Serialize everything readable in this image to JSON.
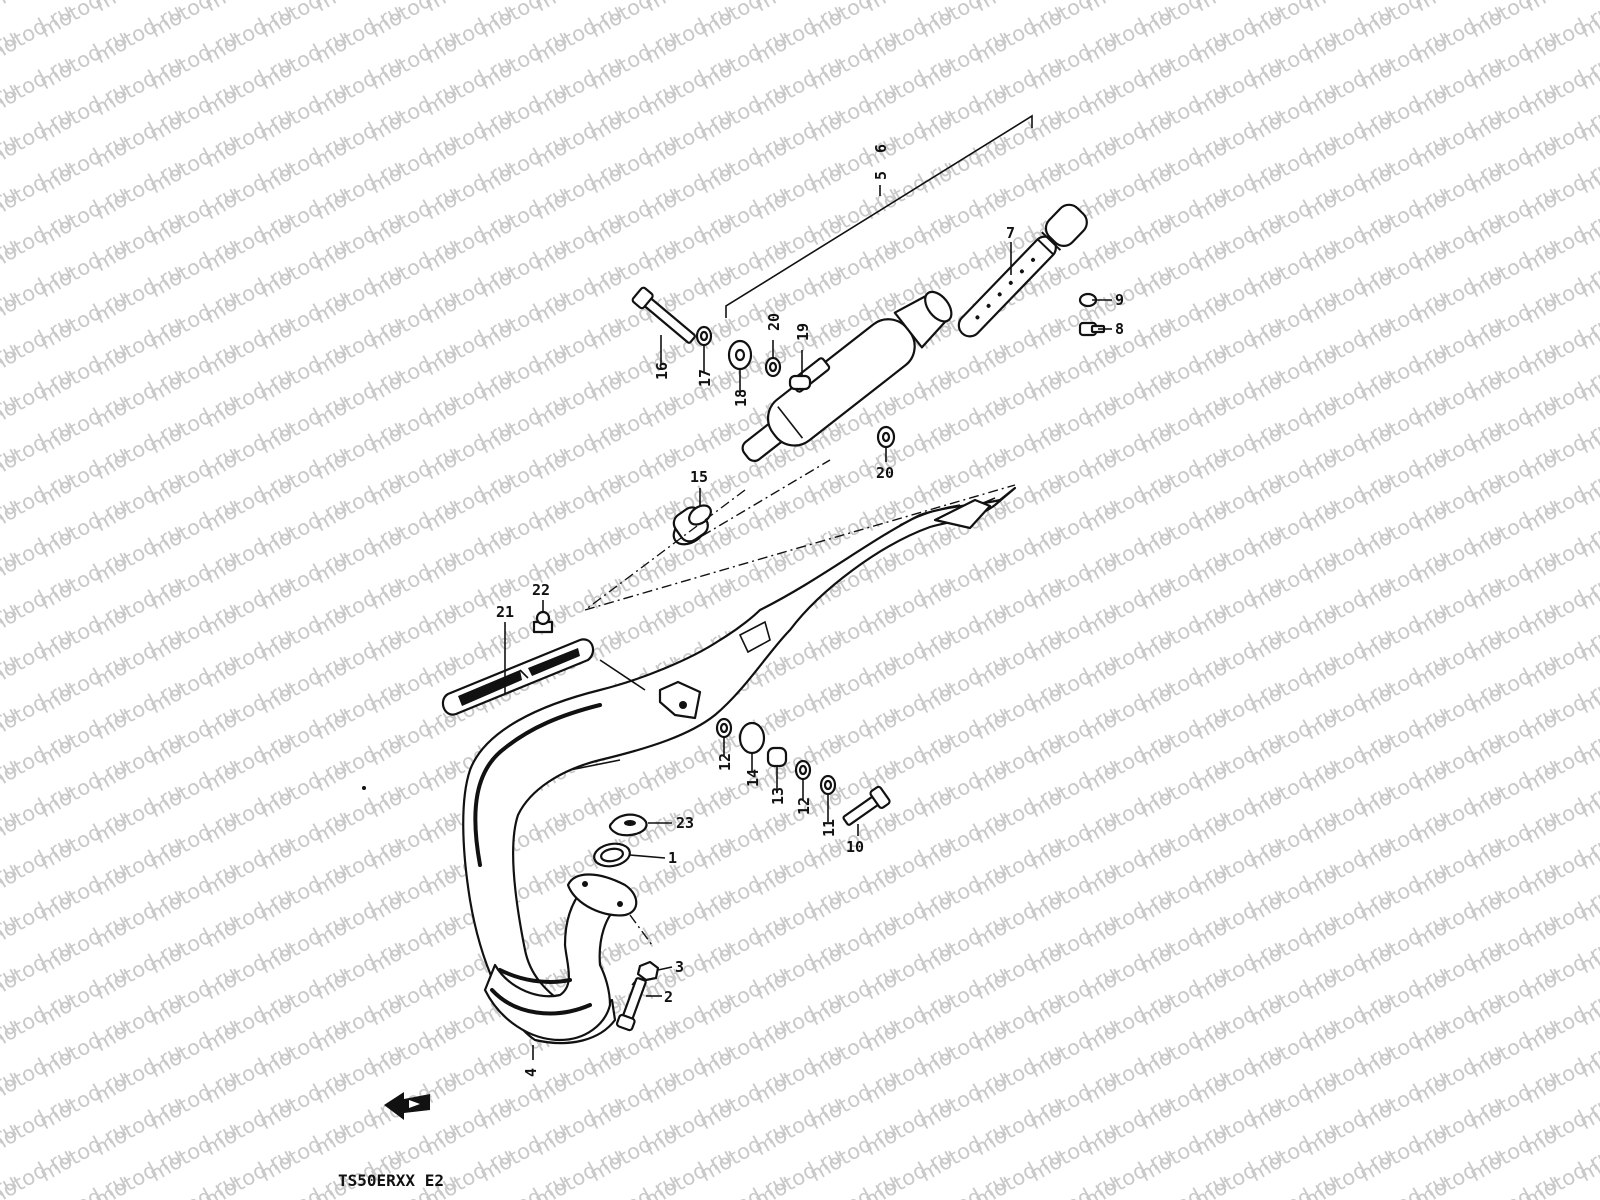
{
  "watermark": "motod.ru",
  "model_code": "TS50ERXX E2",
  "callouts": [
    {
      "id": "c1",
      "text": "1"
    },
    {
      "id": "c2",
      "text": "2"
    },
    {
      "id": "c3",
      "text": "3"
    },
    {
      "id": "c4",
      "text": "4"
    },
    {
      "id": "c5",
      "text": "5"
    },
    {
      "id": "c6",
      "text": "6"
    },
    {
      "id": "c7",
      "text": "7"
    },
    {
      "id": "c8",
      "text": "8"
    },
    {
      "id": "c9",
      "text": "9"
    },
    {
      "id": "c10",
      "text": "10"
    },
    {
      "id": "c11",
      "text": "11"
    },
    {
      "id": "c12a",
      "text": "12"
    },
    {
      "id": "c12b",
      "text": "12"
    },
    {
      "id": "c13",
      "text": "13"
    },
    {
      "id": "c14",
      "text": "14"
    },
    {
      "id": "c15",
      "text": "15"
    },
    {
      "id": "c16",
      "text": "16"
    },
    {
      "id": "c17",
      "text": "17"
    },
    {
      "id": "c18",
      "text": "18"
    },
    {
      "id": "c19",
      "text": "19"
    },
    {
      "id": "c20a",
      "text": "20"
    },
    {
      "id": "c20b",
      "text": "20"
    },
    {
      "id": "c21",
      "text": "21"
    },
    {
      "id": "c22",
      "text": "22"
    },
    {
      "id": "c23",
      "text": "23"
    }
  ],
  "icons": {
    "front_arrow": "front-direction-arrow-icon"
  }
}
